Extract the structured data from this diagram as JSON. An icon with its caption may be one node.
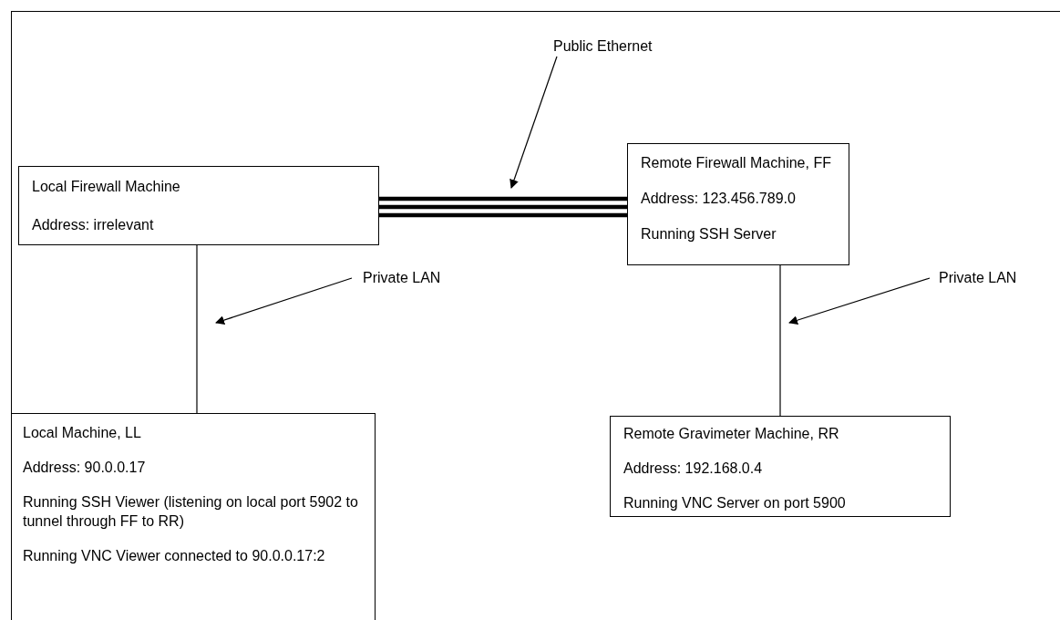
{
  "diagram": {
    "nodes": [
      {
        "text": [
          "Local Firewall Machine",
          "Address: irrelevant"
        ]
      },
      {
        "text": [
          "Remote Firewall Machine, FF",
          "Address: 123.456.789.0",
          "Running SSH Server"
        ]
      },
      {
        "text": [
          "Local Machine, LL",
          "Address:  90.0.0.17",
          "Running SSH Viewer (listening on local port 5902 to tunnel through FF to RR)",
          "Running VNC Viewer connected  to 90.0.0.17:2"
        ]
      },
      {
        "text": [
          "Remote Gravimeter Machine, RR",
          "Address: 192.168.0.4",
          "Running VNC Server on port 5900"
        ]
      },
      {
        "text": [
          "Public Ethernet"
        ]
      },
      {
        "text": [
          "Private LAN"
        ]
      },
      {
        "text": [
          "Private LAN"
        ]
      }
    ],
    "edges": [
      {
        "from": 0,
        "to": 1,
        "arrow": "none",
        "style": "thick"
      },
      {
        "from": 0,
        "to": 2,
        "arrow": "none"
      },
      {
        "from": 1,
        "to": 3,
        "arrow": "none"
      },
      {
        "from": 4,
        "to": null,
        "arrow": "to"
      },
      {
        "from": 5,
        "to": null,
        "arrow": "to"
      },
      {
        "from": 6,
        "to": null,
        "arrow": "to"
      }
    ]
  }
}
